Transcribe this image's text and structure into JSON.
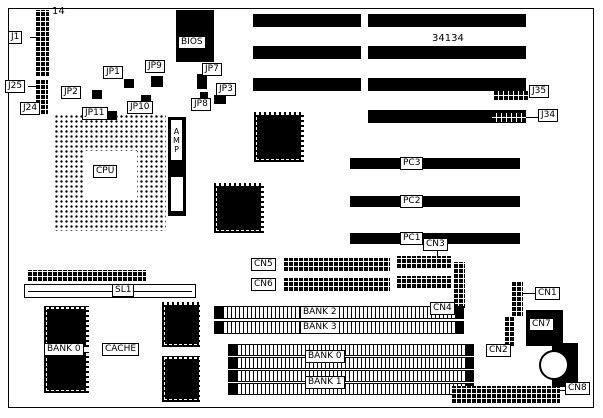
{
  "diagram": {
    "part_number": "34134",
    "pin14_label": "14"
  },
  "labels": {
    "j1": "J1",
    "j25": "J25",
    "j24": "J24",
    "j34": "J34",
    "j35": "J35",
    "jp1": "JP1",
    "jp2": "JP2",
    "jp3": "JP3",
    "jp7": "JP7",
    "jp8": "JP8",
    "jp9": "JP9",
    "jp10": "JP10",
    "jp11": "JP11",
    "bios": "BIOS",
    "cpu": "CPU",
    "amp": "AMP",
    "sl1": "SL1",
    "pc1": "PC1",
    "pc2": "PC2",
    "pc3": "PC3",
    "cn1": "CN1",
    "cn2": "CN2",
    "cn3": "CN3",
    "cn4": "CN4",
    "cn5": "CN5",
    "cn6": "CN6",
    "cn7": "CN7",
    "cn8": "CN8",
    "cache": "CACHE",
    "bank0_chip_group": "BANK 0",
    "bank0": "BANK 0",
    "bank1": "BANK 1",
    "bank2": "BANK 2",
    "bank3": "BANK 3"
  }
}
